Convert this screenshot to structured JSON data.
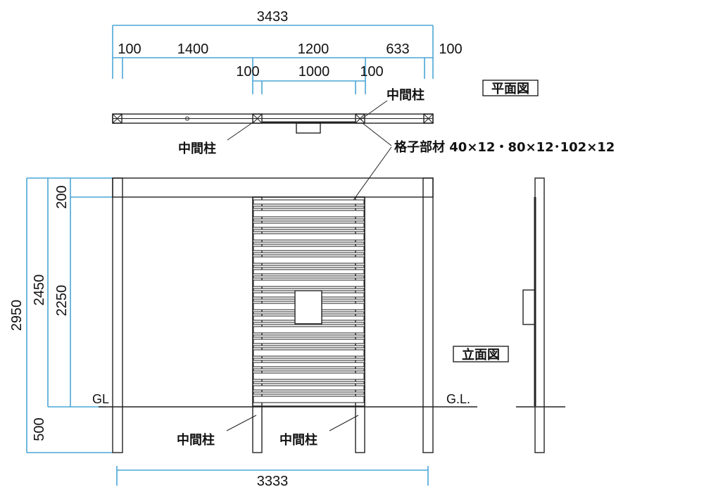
{
  "dims": {
    "overall_top": "3433",
    "top_100_left": "100",
    "top_1400": "1400",
    "top_1200": "1200",
    "top_633": "633",
    "top_100_right": "100",
    "mid_100_left": "100",
    "mid_1000": "1000",
    "mid_100_right": "100",
    "bottom": "3333",
    "h_2950": "2950",
    "h_2450": "2450",
    "h_2250": "2250",
    "h_200": "200",
    "h_500": "500"
  },
  "labels": {
    "plan_view": "平面図",
    "elevation_view": "立面図",
    "middle_post": "中間柱",
    "lattice_member": "格子部材 40×12・80×12･102×12",
    "gl_left": "GL",
    "gl_right": "G.L."
  }
}
